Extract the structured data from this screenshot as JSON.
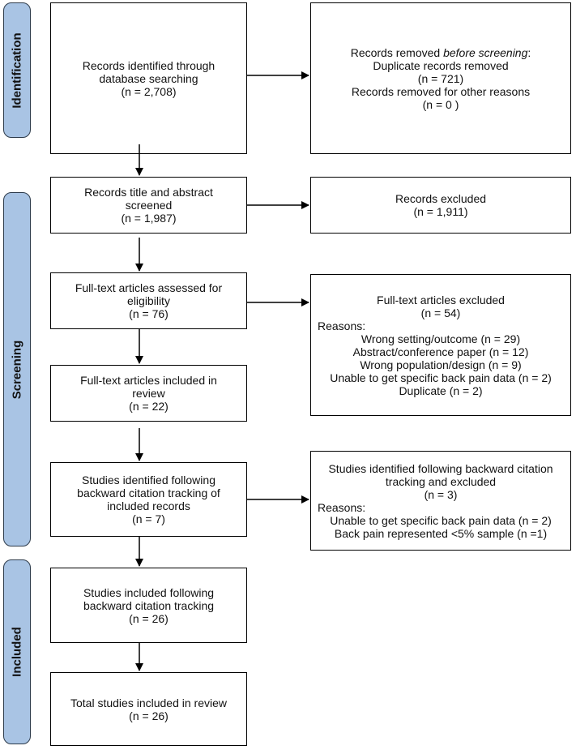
{
  "phases": {
    "identification": "Identification",
    "screening": "Screening",
    "included": "Included"
  },
  "boxes": {
    "identified": {
      "title": "Records identified through\ndatabase searching",
      "count": "(n = 2,708)"
    },
    "removed": {
      "line1_prefix": "Records removed ",
      "line1_em": "before screening",
      "line1_suffix": ":",
      "line2": "Duplicate records removed",
      "line3": "(n = 721)",
      "line4": "Records removed for other reasons",
      "line5": "(n = 0 )"
    },
    "screened": {
      "title": "Records title and abstract\nscreened",
      "count": "(n = 1,987)"
    },
    "excluded": {
      "title": "Records excluded",
      "count": "(n = 1,911)"
    },
    "fulltext_assessed": {
      "title": "Full-text articles assessed for\neligibility",
      "count": "(n = 76)"
    },
    "fulltext_excluded": {
      "title": "Full-text articles excluded",
      "count": "(n = 54)",
      "reasons_label": "Reasons:",
      "reasons": [
        "Wrong setting/outcome (n = 29)",
        "Abstract/conference paper (n = 12)",
        "Wrong population/design (n = 9)",
        "Unable to get specific back pain data (n = 2)",
        "Duplicate (n = 2)"
      ]
    },
    "fulltext_included": {
      "title": "Full-text articles included in\nreview",
      "count": "(n = 22)"
    },
    "citation_identified": {
      "title": "Studies identified following\nbackward citation tracking of\nincluded records",
      "count": "(n = 7)"
    },
    "citation_excluded": {
      "title": "Studies identified following backward citation\ntracking and excluded",
      "count": "(n = 3)",
      "reasons_label": "Reasons:",
      "reasons": [
        "Unable to get specific back pain data (n = 2)",
        "Back pain represented <5% sample (n =1)"
      ]
    },
    "citation_included": {
      "title": "Studies included following\nbackward citation tracking",
      "count": "(n = 26)"
    },
    "total_included": {
      "title": "Total studies included in review",
      "count": "(n = 26)"
    }
  }
}
